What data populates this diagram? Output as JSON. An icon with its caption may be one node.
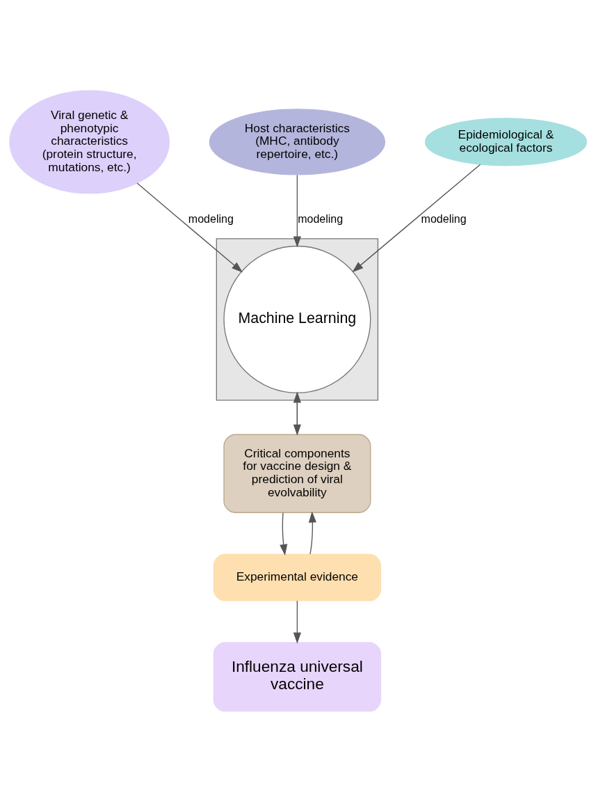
{
  "diagram": {
    "nodes": [
      {
        "text": [
          "Viral genetic & phenotypic characteristics",
          "(protein structure, mutations, etc.)"
        ]
      },
      {
        "text": [],
        "shape": "triangle"
      },
      {
        "text": [
          "Machine Learning"
        ],
        "in": 1
      },
      {
        "text": [
          "Host characteristics",
          "(MHC, antibody repertoire, etc.)"
        ]
      },
      {
        "text": [
          "Epidemiological & ecological factors"
        ]
      },
      {
        "text": [
          "Critical components for vaccine design & prediction of viral evolvability"
        ]
      },
      {
        "text": [
          "Experimental evidence"
        ]
      },
      {
        "text": [
          "Influenza universal vaccine"
        ]
      }
    ],
    "edges": [
      {
        "from": 0,
        "to": 2,
        "arrow": "to",
        "label": "modeling"
      },
      {
        "from": 3,
        "to": 2,
        "arrow": "to",
        "label": "modeling"
      },
      {
        "from": 4,
        "to": 2,
        "arrow": "to",
        "label": "modeling"
      },
      {
        "from": 2,
        "to": 5,
        "arrow": "to"
      },
      {
        "from": 5,
        "to": 2,
        "arrow": "to"
      },
      {
        "from": 5,
        "to": 6,
        "arrow": "to"
      },
      {
        "from": 6,
        "to": 5,
        "arrow": "to"
      },
      {
        "from": 6,
        "to": 7,
        "arrow": "to"
      }
    ]
  }
}
